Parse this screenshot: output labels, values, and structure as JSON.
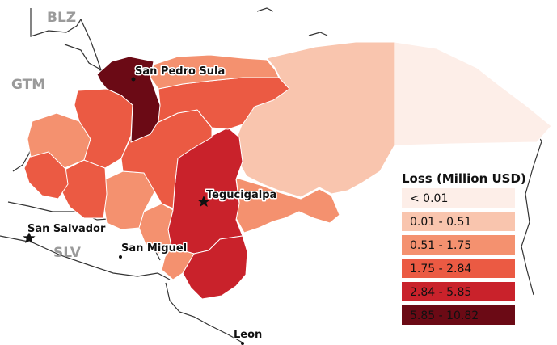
{
  "colors": {
    "c0": "#fdeee8",
    "c1": "#f9c5ae",
    "c2": "#f4916f",
    "c3": "#eb5a43",
    "c4": "#c9222b",
    "c5": "#6b0a15",
    "border": "#ffffff",
    "coast": "#333333",
    "country_code": "#9a9a9a"
  },
  "countries": [
    "BLZ",
    "GTM",
    "SLV"
  ],
  "cities": [
    {
      "name": "San Pedro Sula",
      "marker": "dot"
    },
    {
      "name": "Tegucigalpa",
      "marker": "star"
    },
    {
      "name": "San Salvador",
      "marker": "star"
    },
    {
      "name": "San Miguel",
      "marker": "dot"
    },
    {
      "name": "Leon",
      "marker": "dot"
    }
  ],
  "legend": {
    "title": "Loss (Million USD)",
    "classes": [
      {
        "label": "< 0.01",
        "color": "#fdeee8"
      },
      {
        "label": "0.01 - 0.51",
        "color": "#f9c5ae"
      },
      {
        "label": "0.51 - 1.75",
        "color": "#f4916f"
      },
      {
        "label": "1.75 - 2.84",
        "color": "#eb5a43"
      },
      {
        "label": "2.84 - 5.85",
        "color": "#c9222b"
      },
      {
        "label": "5.85 - 10.82",
        "color": "#6b0a15"
      }
    ]
  },
  "regions": [
    {
      "name": "gracias-a-dios",
      "cls": 0
    },
    {
      "name": "olancho-colon",
      "cls": 1
    },
    {
      "name": "el-paraiso",
      "cls": 2
    },
    {
      "name": "francisco-morazan",
      "cls": 4
    },
    {
      "name": "choluteca",
      "cls": 4
    },
    {
      "name": "valle",
      "cls": 2
    },
    {
      "name": "la-paz",
      "cls": 2
    },
    {
      "name": "intibuca",
      "cls": 2
    },
    {
      "name": "lempira",
      "cls": 3
    },
    {
      "name": "ocotepeque",
      "cls": 3
    },
    {
      "name": "copan",
      "cls": 2
    },
    {
      "name": "santa-barbara",
      "cls": 3
    },
    {
      "name": "comayagua",
      "cls": 3
    },
    {
      "name": "yoro",
      "cls": 3
    },
    {
      "name": "cortes",
      "cls": 5
    },
    {
      "name": "atlantida",
      "cls": 2
    }
  ]
}
